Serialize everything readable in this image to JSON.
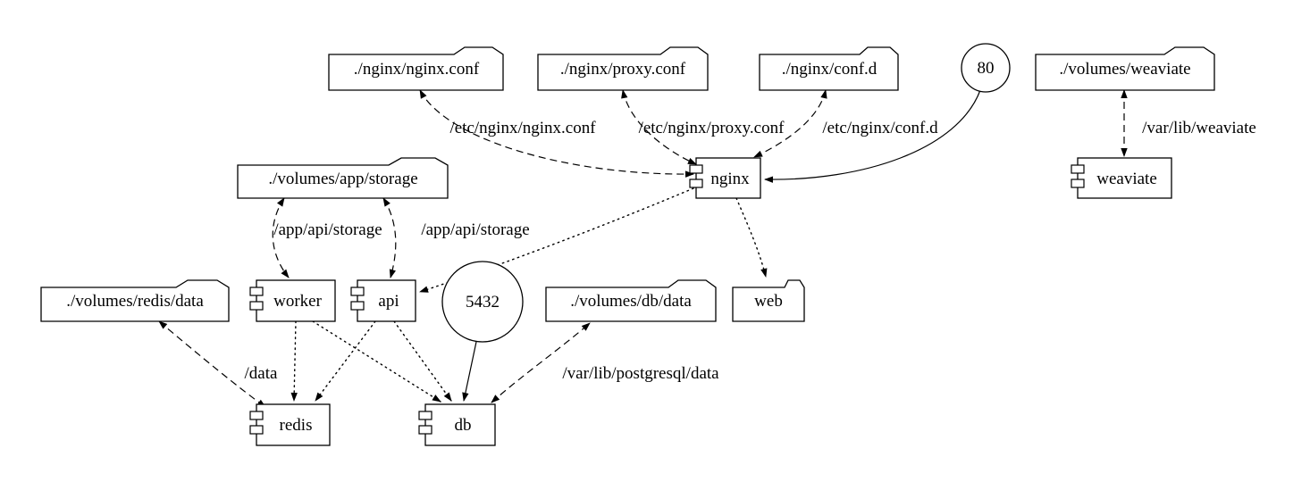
{
  "diagram": {
    "colors": {
      "background": "#ffffff",
      "stroke": "#000000"
    },
    "nodes": {
      "nginx_conf": {
        "label": "./nginx/nginx.conf",
        "type": "folder"
      },
      "proxy_conf": {
        "label": "./nginx/proxy.conf",
        "type": "folder"
      },
      "conf_d": {
        "label": "./nginx/conf.d",
        "type": "folder"
      },
      "port_80": {
        "label": "80",
        "type": "circle"
      },
      "volumes_weaviate": {
        "label": "./volumes/weaviate",
        "type": "folder"
      },
      "volumes_app_storage": {
        "label": "./volumes/app/storage",
        "type": "folder"
      },
      "nginx": {
        "label": "nginx",
        "type": "component"
      },
      "weaviate": {
        "label": "weaviate",
        "type": "component"
      },
      "volumes_redis_data": {
        "label": "./volumes/redis/data",
        "type": "folder"
      },
      "worker": {
        "label": "worker",
        "type": "component"
      },
      "api": {
        "label": "api",
        "type": "component"
      },
      "port_5432": {
        "label": "5432",
        "type": "circle"
      },
      "volumes_db_data": {
        "label": "./volumes/db/data",
        "type": "folder"
      },
      "web": {
        "label": "web",
        "type": "folder"
      },
      "redis": {
        "label": "redis",
        "type": "component"
      },
      "db": {
        "label": "db",
        "type": "component"
      }
    },
    "edges": [
      {
        "from": "./nginx/nginx.conf",
        "to": "nginx",
        "style": "dashed",
        "bidirectional": true,
        "label": "/etc/nginx/nginx.conf"
      },
      {
        "from": "./nginx/proxy.conf",
        "to": "nginx",
        "style": "dashed",
        "bidirectional": true,
        "label": "/etc/nginx/proxy.conf"
      },
      {
        "from": "./nginx/conf.d",
        "to": "nginx",
        "style": "dashed",
        "bidirectional": true,
        "label": "/etc/nginx/conf.d"
      },
      {
        "from": "80",
        "to": "nginx",
        "style": "solid",
        "bidirectional": false,
        "label": ""
      },
      {
        "from": "./volumes/weaviate",
        "to": "weaviate",
        "style": "dashed",
        "bidirectional": true,
        "label": "/var/lib/weaviate"
      },
      {
        "from": "./volumes/app/storage",
        "to": "worker",
        "style": "dashed",
        "bidirectional": true,
        "label": "/app/api/storage"
      },
      {
        "from": "./volumes/app/storage",
        "to": "api",
        "style": "dashed",
        "bidirectional": true,
        "label": "/app/api/storage"
      },
      {
        "from": "nginx",
        "to": "api",
        "style": "dotted",
        "bidirectional": false,
        "label": ""
      },
      {
        "from": "nginx",
        "to": "web",
        "style": "dotted",
        "bidirectional": false,
        "label": ""
      },
      {
        "from": "worker",
        "to": "redis",
        "style": "dotted",
        "bidirectional": false,
        "label": ""
      },
      {
        "from": "worker",
        "to": "db",
        "style": "dotted",
        "bidirectional": false,
        "label": ""
      },
      {
        "from": "api",
        "to": "redis",
        "style": "dotted",
        "bidirectional": false,
        "label": ""
      },
      {
        "from": "api",
        "to": "db",
        "style": "dotted",
        "bidirectional": false,
        "label": ""
      },
      {
        "from": "5432",
        "to": "db",
        "style": "solid",
        "bidirectional": false,
        "label": ""
      },
      {
        "from": "./volumes/redis/data",
        "to": "redis",
        "style": "dashed",
        "bidirectional": true,
        "label": "/data"
      },
      {
        "from": "./volumes/db/data",
        "to": "db",
        "style": "dashed",
        "bidirectional": true,
        "label": "/var/lib/postgresql/data"
      }
    ]
  }
}
